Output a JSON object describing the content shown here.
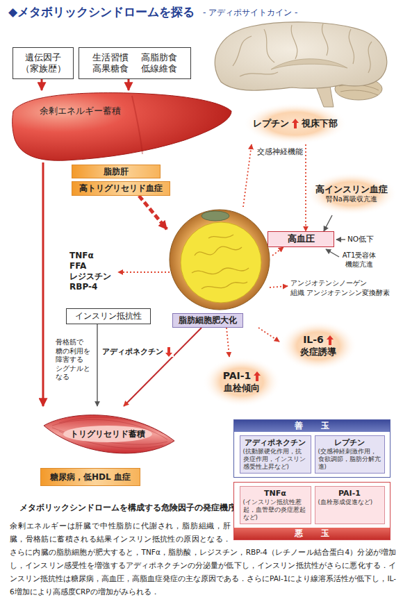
{
  "diagram": {
    "title": "◆メタボリックシンドロームを探る",
    "caption": "メタボリックシンドロームを構成する危険因子の発症機序",
    "nodes": [
      {
        "text": [
          "遺伝因子 （家族歴）"
        ]
      },
      {
        "text": [
          "生活習慣 高脂肪食 高果糖食 低線維食"
        ]
      },
      {
        "text": [
          "余剰エネルギー蓄積"
        ]
      },
      {
        "text": [
          "脂肪肝"
        ]
      },
      {
        "text": [
          "高トリグリセリド血症"
        ]
      },
      {
        "text": [
          "レプチン",
          "視床下部"
        ]
      },
      {
        "text": [
          "高インスリン血症",
          "腎Na再吸収亢進"
        ]
      },
      {
        "text": [
          "高血圧"
        ]
      },
      {
        "text": [
          "脂肪細胞肥大化"
        ]
      },
      {
        "text": [
          "IL-6",
          "炎症誘導"
        ]
      },
      {
        "text": [
          "PAI-1",
          "血栓傾向"
        ]
      },
      {
        "text": [
          "インスリン抵抗性"
        ]
      },
      {
        "text": [
          "トリグリセリド蓄積"
        ]
      },
      {
        "text": [
          "糖尿病，低HDL 血症"
        ]
      },
      {
        "text": [
          "善 玉"
        ]
      },
      {
        "text": [
          "アディポネクチン",
          "(抗動脈硬化作用，抗炎症作用，インスリン感受性上昇など)"
        ],
        "in": 14
      },
      {
        "text": [
          "レプチン",
          "(交感神経刺激作用，食欲調節，脂肪分解亢進)"
        ],
        "in": 14
      },
      {
        "text": [
          "悪 玉"
        ]
      },
      {
        "text": [
          "TNFα",
          "(インスリン抵抗性惹起，血管壁の炎症惹起など)"
        ],
        "in": 17
      },
      {
        "text": [
          "PAI-1",
          "(血栓形成促進など)"
        ],
        "in": 17
      }
    ],
    "edges": [
      {
        "from": 0,
        "to": 2,
        "arrow": "to"
      },
      {
        "from": 1,
        "to": 2,
        "arrow": "to"
      },
      {
        "from": 4,
        "to": 8,
        "arrow": "to"
      },
      {
        "from": 8,
        "to": 5,
        "arrow": "to"
      },
      {
        "from": 5,
        "to": 7,
        "arrow": "to",
        "label": "交感神経機能"
      },
      {
        "from": 6,
        "to": 7,
        "arrow": "to"
      },
      {
        "from": 8,
        "to": 7,
        "arrow": "to"
      },
      {
        "from": 8,
        "to": 9,
        "arrow": "to"
      },
      {
        "from": 8,
        "to": 10,
        "arrow": "to"
      },
      {
        "from": 11,
        "to": 12,
        "arrow": "to"
      },
      {
        "from": 2,
        "to": 12,
        "arrow": "to"
      },
      {
        "from": 8,
        "to": 12,
        "arrow": "to",
        "label": "アディポネクチン"
      }
    ],
    "labels": [
      "- アディポサイトカイン -",
      "TNFα",
      "FFA",
      "レジスチン",
      "RBP-4",
      "骨格筋で 糖の利用を 障害する シグナルと なる",
      "NO低下",
      "AT1受容体 機能亢進",
      "アンジオテンシノーゲン",
      "組織 アンジオテンシン変換酵素",
      "余剰エネルギーは肝臓で中性脂肪に代謝され，脂肪組織，肝臓，骨格筋に蓄積される結果インスリン抵抗性の原因となる．さらに内臓の脂肪細胞が肥大すると，TNFα，脂肪酸，レジスチン，RBP-4（レチノール結合蛋白4）分泌が増加し，インスリン感受性を増強するアディポネクチンの分泌量が低下し，インスリン抵抗性がさらに悪化する．インスリン抵抗性は糖尿病，高血圧，高脂血症発症の主な原因である．さらにPAI-1により線溶系活性が低下し，IL-6増加により高感度CRPの増加がみられる．"
    ]
  }
}
